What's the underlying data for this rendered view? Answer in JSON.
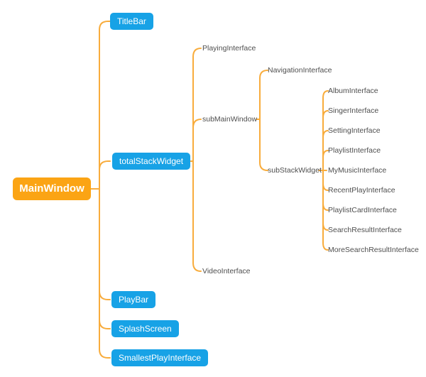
{
  "diagram": {
    "type": "mindmap-tree",
    "root_label": "MainWindow",
    "colors": {
      "root_node_fill": "#FBA414",
      "widget_node_fill": "#17A2E6",
      "node_text": "#FFFFFF",
      "leaf_text": "#4E4E4E",
      "connector": "#F8AC3C",
      "background": "#FFFFFF"
    }
  },
  "nodes": [
    {
      "id": "MainWindow",
      "label": "MainWindow",
      "kind": "root",
      "parent": null
    },
    {
      "id": "TitleBar",
      "label": "TitleBar",
      "kind": "widget",
      "parent": "MainWindow"
    },
    {
      "id": "totalStackWidget",
      "label": "totalStackWidget",
      "kind": "widget",
      "parent": "MainWindow"
    },
    {
      "id": "PlayingInterface",
      "label": "PlayingInterface",
      "kind": "leaf",
      "parent": "totalStackWidget"
    },
    {
      "id": "subMainWindow",
      "label": "subMainWindow",
      "kind": "branch",
      "parent": "totalStackWidget"
    },
    {
      "id": "VideoInterface",
      "label": "VideoInterface",
      "kind": "leaf",
      "parent": "totalStackWidget"
    },
    {
      "id": "NavigationInterface",
      "label": "NavigationInterface",
      "kind": "leaf",
      "parent": "subMainWindow"
    },
    {
      "id": "subStackWidget",
      "label": "subStackWidget",
      "kind": "branch",
      "parent": "subMainWindow"
    },
    {
      "id": "AlbumInterface",
      "label": "AlbumInterface",
      "kind": "leaf",
      "parent": "subStackWidget"
    },
    {
      "id": "SingerInterface",
      "label": "SingerInterface",
      "kind": "leaf",
      "parent": "subStackWidget"
    },
    {
      "id": "SettingInterface",
      "label": "SettingInterface",
      "kind": "leaf",
      "parent": "subStackWidget"
    },
    {
      "id": "PlaylistInterface",
      "label": "PlaylistInterface",
      "kind": "leaf",
      "parent": "subStackWidget"
    },
    {
      "id": "MyMusicInterface",
      "label": "MyMusicInterface",
      "kind": "leaf",
      "parent": "subStackWidget"
    },
    {
      "id": "RecentPlayInterface",
      "label": "RecentPlayInterface",
      "kind": "leaf",
      "parent": "subStackWidget"
    },
    {
      "id": "PlaylistCardInterface",
      "label": "PlaylistCardInterface",
      "kind": "leaf",
      "parent": "subStackWidget"
    },
    {
      "id": "SearchResultInterface",
      "label": "SearchResultInterface",
      "kind": "leaf",
      "parent": "subStackWidget"
    },
    {
      "id": "MoreSearchResultInterface",
      "label": "MoreSearchResultInterface",
      "kind": "leaf",
      "parent": "subStackWidget"
    },
    {
      "id": "PlayBar",
      "label": "PlayBar",
      "kind": "widget",
      "parent": "MainWindow"
    },
    {
      "id": "SplashScreen",
      "label": "SplashScreen",
      "kind": "widget",
      "parent": "MainWindow"
    },
    {
      "id": "SmallestPlayInterface",
      "label": "SmallestPlayInterface",
      "kind": "widget",
      "parent": "MainWindow"
    }
  ]
}
